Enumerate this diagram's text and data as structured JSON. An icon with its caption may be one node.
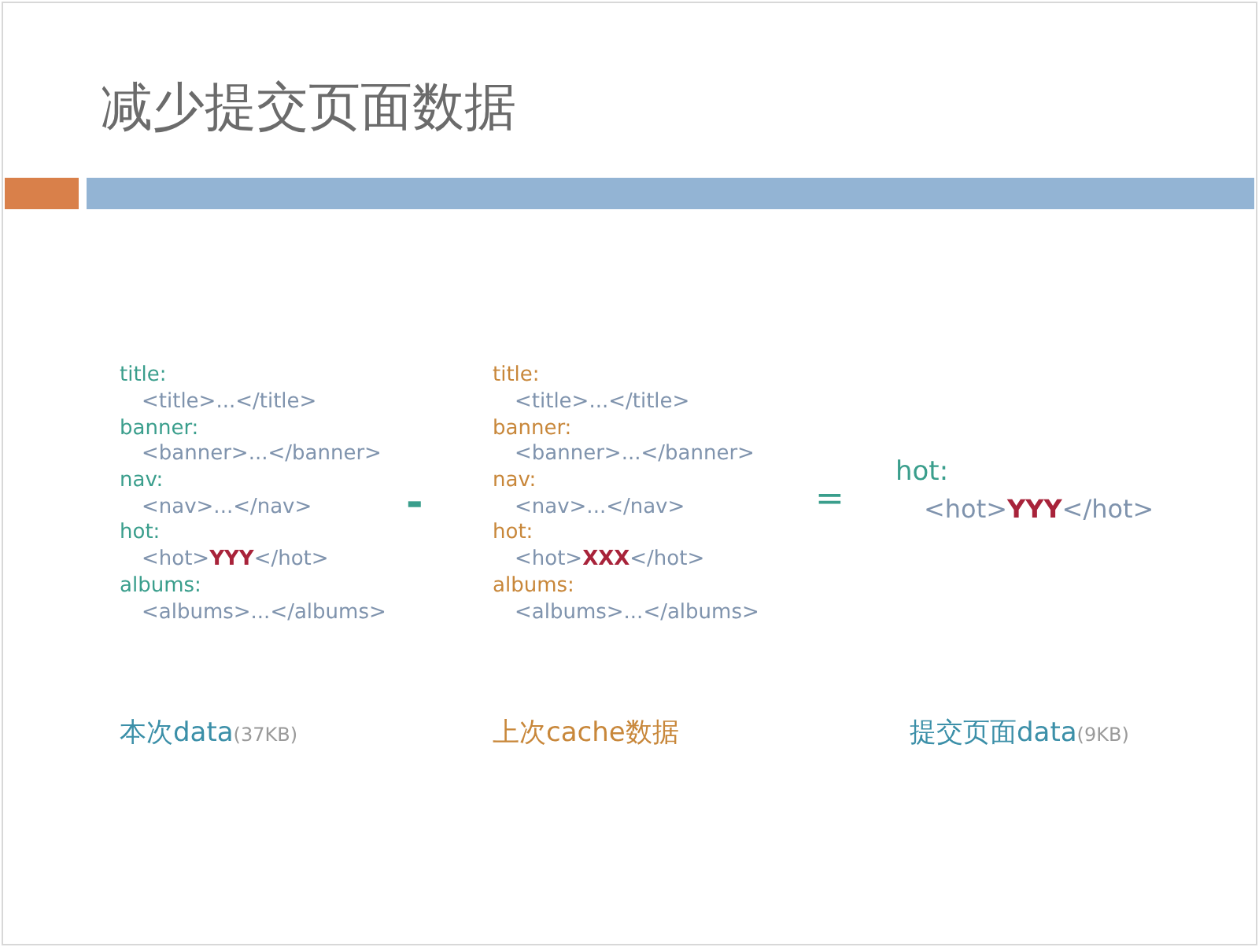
{
  "diagram": {
    "title": "减少提交页面数据",
    "labels": [
      "title:",
      "<title>...</title>",
      "banner:",
      "<banner>...</banner>",
      "nav:",
      "<nav>...</nav>",
      "hot:",
      "<hot>",
      "YYY",
      "</hot>",
      "albums:",
      "<albums>...</albums>",
      "-",
      "title:",
      "<title>...</title>",
      "banner:",
      "<banner>...</banner>",
      "nav:",
      "<nav>...</nav>",
      "hot:",
      "<hot>",
      "XXX",
      "</hot>",
      "albums:",
      "<albums>...</albums>",
      "=",
      "hot:",
      "<hot>",
      "YYY",
      "</hot>",
      "本次data",
      "(37KB)",
      "上次cache数据",
      "提交页面data",
      "(9KB)"
    ]
  }
}
